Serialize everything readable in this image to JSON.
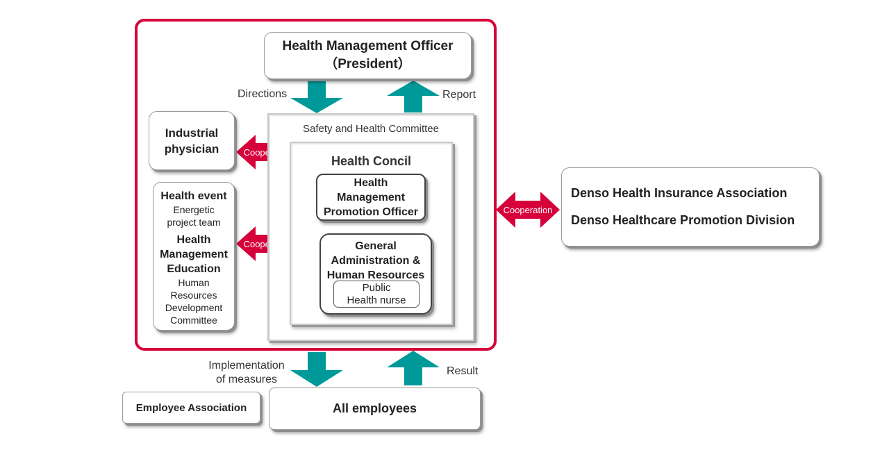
{
  "top_box": {
    "line1": "Health Management Officer",
    "line2": "（President）"
  },
  "labels": {
    "directions": "Directions",
    "report": "Report",
    "implementation_line1": "Implementation",
    "implementation_line2": "of measures",
    "result": "Result"
  },
  "committee": {
    "title": "Safety and Health Committee",
    "council_title": "Health Concil",
    "promotion_officer": "Health Management Promotion Officer",
    "ga_hr": "General Administration & Human Resources",
    "nurse_line1": "Public",
    "nurse_line2": "Health nurse"
  },
  "left": {
    "industrial_physician": "Industrial physician",
    "health_event": "Health event",
    "energetic_team": "Energetic project team",
    "hm_education": "Health Management Education",
    "hr_committee": "Human Resources Development Committee"
  },
  "cooperation": {
    "label_top": "Cooperation",
    "label_middle": "Cooperation",
    "label_right": "Cooperation"
  },
  "right_box": {
    "line1": "Denso Health Insurance Association",
    "line2": "Denso Healthcare Promotion Division"
  },
  "bottom": {
    "employee_association": "Employee Association",
    "all_employees": "All employees"
  },
  "colors": {
    "frame": "#d6003a",
    "teal_arrow": "#009999",
    "coop_arrow": "#d6003a"
  }
}
